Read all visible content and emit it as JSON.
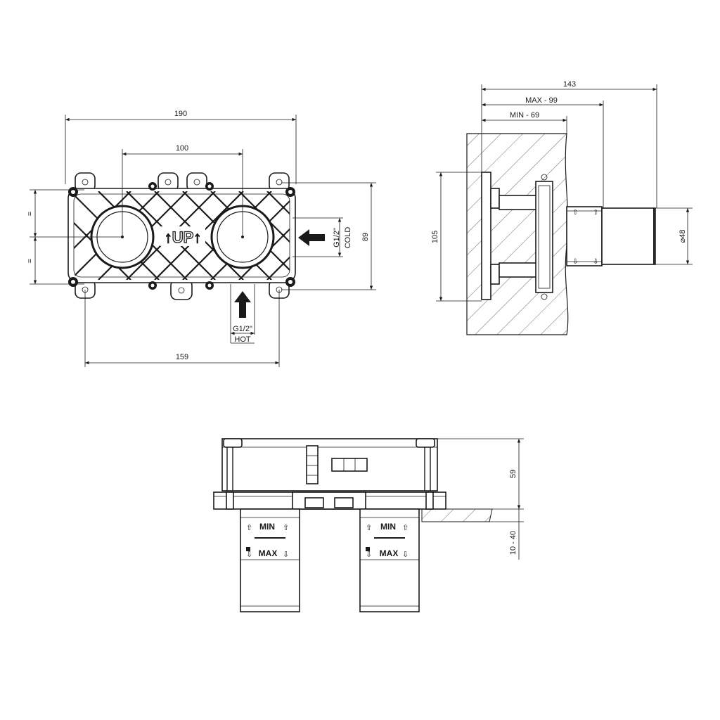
{
  "front_view": {
    "dim_overall_width": "190",
    "dim_center_distance": "100",
    "dim_bottom_width": "159",
    "dim_height": "89",
    "equal_mark_top": "=",
    "equal_mark_bottom": "=",
    "logo_text": "↑UP↑",
    "cold_size": "G1/2\"",
    "cold_label": "COLD",
    "hot_size": "G1/2\"",
    "hot_label": "HOT"
  },
  "side_view": {
    "dim_total_depth": "143",
    "dim_max_depth": "MAX - 99",
    "dim_min_depth": "MIN - 69",
    "dim_flange_height": "105",
    "dim_diameter": "⌀48"
  },
  "bottom_view": {
    "dim_height": "59",
    "dim_wall_range": "10 - 40",
    "left_min": "MIN",
    "left_max": "MAX",
    "right_min": "MIN",
    "right_max": "MAX",
    "arrow_up": "⇧",
    "arrow_down": "⇩"
  }
}
